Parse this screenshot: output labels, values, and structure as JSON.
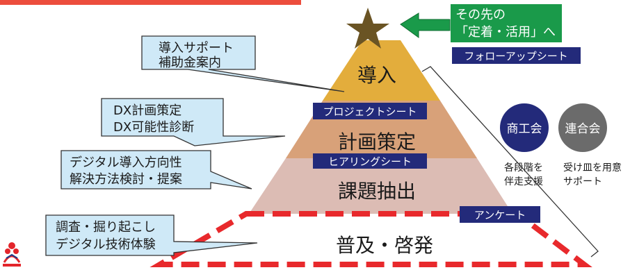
{
  "top_arrow": {
    "line1": "その先の",
    "line2": "「定着・活用」へ",
    "badge": "フォローアップシート"
  },
  "pyramid": {
    "levels": [
      {
        "id": "dounyuu",
        "label": "導入",
        "color": "#e3ad3c"
      },
      {
        "id": "keikaku",
        "label": "計画策定",
        "color": "#d8a179"
      },
      {
        "id": "kadai",
        "label": "課題抽出",
        "color": "#dcbcb4"
      },
      {
        "id": "fukyu",
        "label": "普及・啓発",
        "color": "#ffffff"
      }
    ],
    "sheets": [
      "プロジェクトシート",
      "ヒアリングシート",
      "アンケート"
    ]
  },
  "callouts": [
    {
      "id": "support",
      "line1": "導入サポート",
      "line2": "補助金案内"
    },
    {
      "id": "dx-plan",
      "line1": "DX計画策定",
      "line2": "DX可能性診断"
    },
    {
      "id": "digital",
      "line1": "デジタル導入方向性",
      "line2": "解決方法検討・提案"
    },
    {
      "id": "survey",
      "line1": "調査・掘り起こし",
      "line2": "デジタル技術体験"
    }
  ],
  "circles": [
    {
      "id": "shokokai",
      "label": "商工会",
      "color": "#232a7a",
      "caption1": "各段階を",
      "caption2": "伴走支援"
    },
    {
      "id": "rengokai",
      "label": "連合会",
      "color": "#6b6b6b",
      "caption1": "受け皿を用意",
      "caption2": "サポート"
    }
  ],
  "colors": {
    "top_bar": "#ec4d3d",
    "star": "#6a5424",
    "arrow": "#1a9a4a",
    "badge": "#232a7a",
    "callout_fill": "#cfe9f7",
    "dashed": "#e8292c"
  },
  "icons": [
    "star-icon",
    "left-arrow-icon",
    "logo-icon"
  ]
}
